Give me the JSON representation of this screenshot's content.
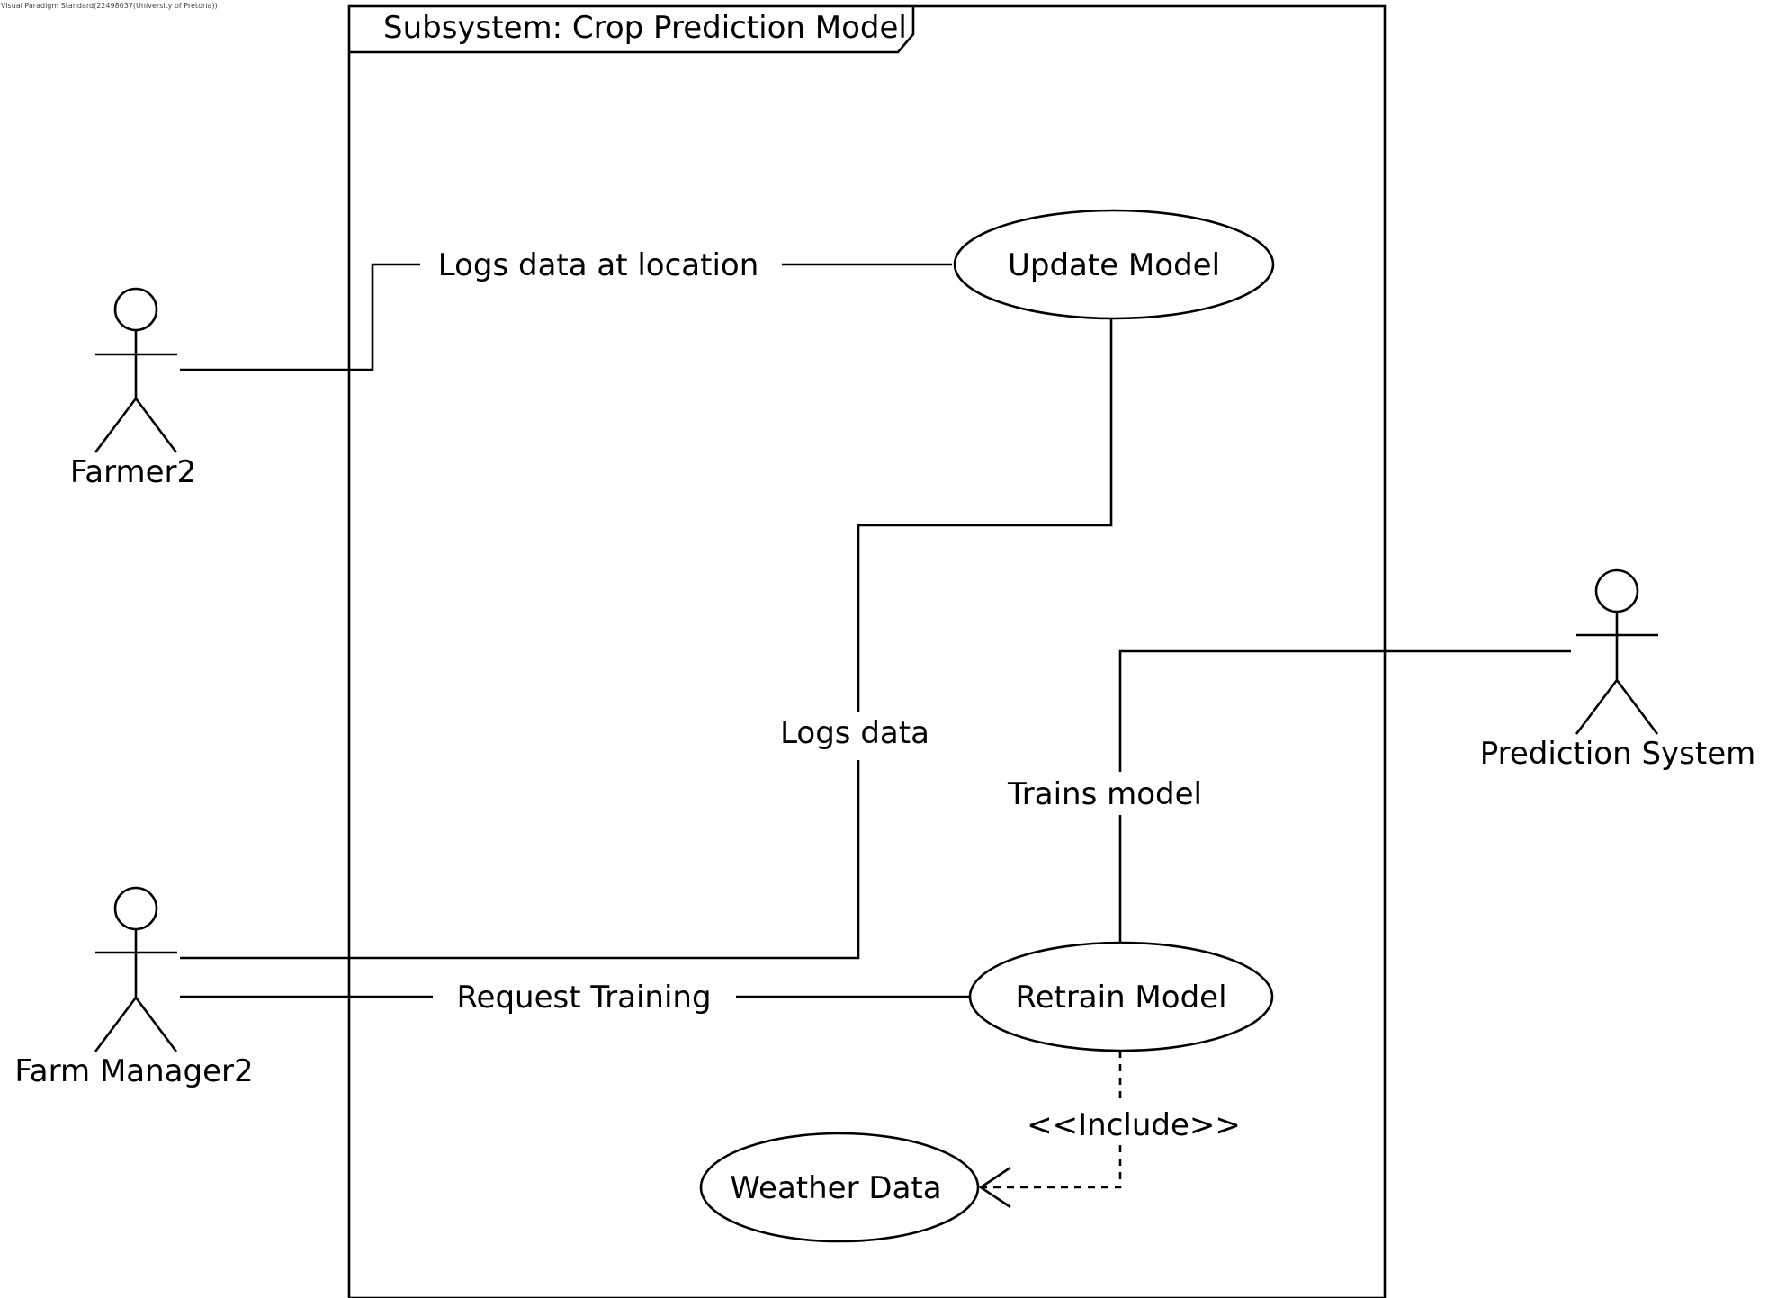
{
  "watermark": "Visual Paradigm Standard(22498037(University of Pretoria))",
  "subsystem": {
    "title": "Subsystem: Crop Prediction Model"
  },
  "actors": {
    "farmer": "Farmer2",
    "farm_manager": "Farm Manager2",
    "prediction_system": "Prediction System"
  },
  "use_cases": {
    "update_model": "Update Model",
    "retrain_model": "Retrain Model",
    "weather_data": "Weather Data"
  },
  "associations": {
    "logs_data_at_location": "Logs data at location",
    "logs_data": "Logs data",
    "trains_model": "Trains model",
    "request_training": "Request Training"
  },
  "relationships": {
    "include": "<<Include>>"
  }
}
